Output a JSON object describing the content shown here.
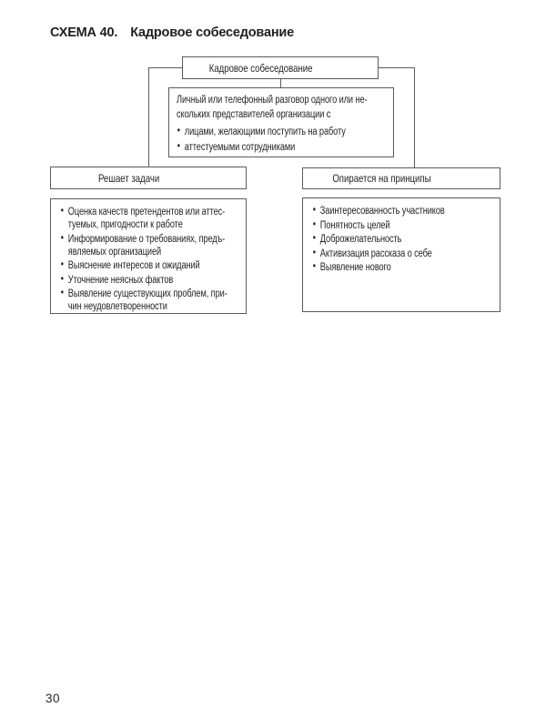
{
  "page": {
    "heading_number": "СХЕМА 40.",
    "heading_title": "Кадровое собеседование",
    "page_number": "30"
  },
  "diagram": {
    "root_label": "Кадровое собеседование",
    "definition": {
      "intro": "Личный или телефонный разговор одного или не-\nскольких представителей организации с",
      "bullets": [
        "лицами, желающими поступить на работу",
        "аттестуемыми сотрудниками"
      ]
    },
    "tasks": {
      "header": "Решает задачи",
      "items": [
        "Оценка качеств претендентов или аттес-\nтуемых, пригодности к работе",
        "Информирование о требованиях, предъ-\nявляемых организацией",
        "Выяснение интересов и ожиданий",
        "Уточнение неясных фактов",
        "Выявление существующих проблем, при-\nчин неудовлетворенности"
      ]
    },
    "principles": {
      "header": "Опирается на принципы",
      "items": [
        "Заинтересованность участников",
        "Понятность целей",
        "Доброжелательность",
        "Активизация рассказа о себе",
        "Выявление нового"
      ]
    }
  },
  "colors": {
    "border": "#5a5a5a",
    "text": "#1f1f1f",
    "background": "#ffffff"
  }
}
